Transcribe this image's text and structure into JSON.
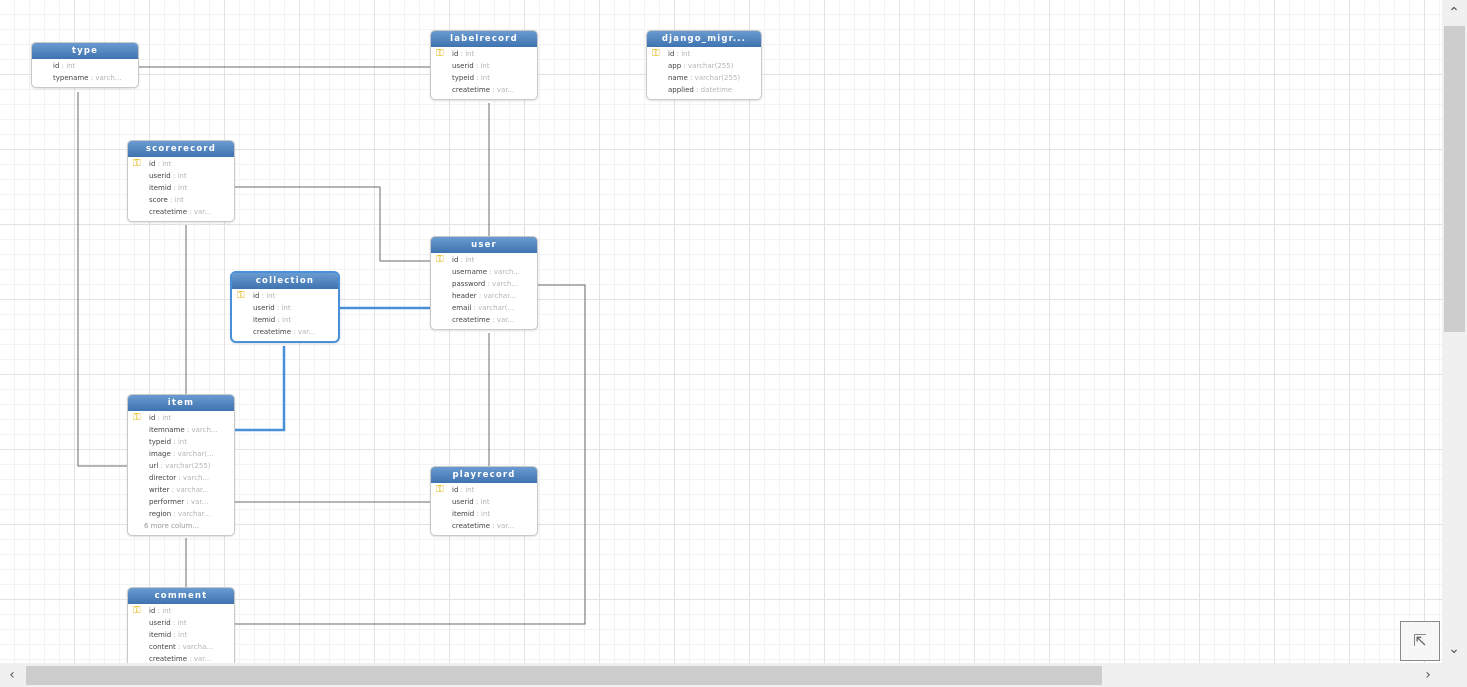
{
  "tables": [
    {
      "name": "type",
      "fields": [
        {
          "name": "id",
          "type": "int",
          "pk": false
        },
        {
          "name": "typename",
          "type": "varch..."
        }
      ]
    },
    {
      "name": "labelrecord",
      "fields": [
        {
          "name": "id",
          "type": "int",
          "pk": true
        },
        {
          "name": "userid",
          "type": "int"
        },
        {
          "name": "typeid",
          "type": "int"
        },
        {
          "name": "createtime",
          "type": "var..."
        }
      ]
    },
    {
      "name": "django_migr...",
      "fields": [
        {
          "name": "id",
          "type": "int",
          "pk": true
        },
        {
          "name": "app",
          "type": "varchar(255)"
        },
        {
          "name": "name",
          "type": "varchar(255)"
        },
        {
          "name": "applied",
          "type": "datetime"
        }
      ]
    },
    {
      "name": "scorerecord",
      "fields": [
        {
          "name": "id",
          "type": "int",
          "pk": true
        },
        {
          "name": "userid",
          "type": "int"
        },
        {
          "name": "itemid",
          "type": "int"
        },
        {
          "name": "score",
          "type": "int"
        },
        {
          "name": "createtime",
          "type": "var..."
        }
      ]
    },
    {
      "name": "user",
      "fields": [
        {
          "name": "id",
          "type": "int",
          "pk": true
        },
        {
          "name": "username",
          "type": "varch..."
        },
        {
          "name": "password",
          "type": "varch..."
        },
        {
          "name": "header",
          "type": "varchar..."
        },
        {
          "name": "email",
          "type": "varchar(..."
        },
        {
          "name": "createtime",
          "type": "var..."
        }
      ]
    },
    {
      "name": "collection",
      "selected": true,
      "fields": [
        {
          "name": "id",
          "type": "int",
          "pk": true
        },
        {
          "name": "userid",
          "type": "int"
        },
        {
          "name": "itemid",
          "type": "int"
        },
        {
          "name": "createtime",
          "type": "var..."
        }
      ]
    },
    {
      "name": "item",
      "more": "6 more colum...",
      "fields": [
        {
          "name": "id",
          "type": "int",
          "pk": true
        },
        {
          "name": "itemname",
          "type": "varch..."
        },
        {
          "name": "typeid",
          "type": "int"
        },
        {
          "name": "image",
          "type": "varchar(..."
        },
        {
          "name": "url",
          "type": "varchar(255)"
        },
        {
          "name": "director",
          "type": "varch..."
        },
        {
          "name": "writer",
          "type": "varchar..."
        },
        {
          "name": "performer",
          "type": "var..."
        },
        {
          "name": "region",
          "type": "varchar..."
        }
      ]
    },
    {
      "name": "playrecord",
      "fields": [
        {
          "name": "id",
          "type": "int",
          "pk": true
        },
        {
          "name": "userid",
          "type": "int"
        },
        {
          "name": "itemid",
          "type": "int"
        },
        {
          "name": "createtime",
          "type": "var..."
        }
      ]
    },
    {
      "name": "comment",
      "fields": [
        {
          "name": "id",
          "type": "int",
          "pk": true
        },
        {
          "name": "userid",
          "type": "int"
        },
        {
          "name": "itemid",
          "type": "int"
        },
        {
          "name": "content",
          "type": "varcha..."
        },
        {
          "name": "createtime",
          "type": "var..."
        }
      ]
    }
  ],
  "icons": {
    "scroll_up": "chevron-up-icon",
    "scroll_down": "chevron-down-icon",
    "scroll_left": "chevron-left-icon",
    "scroll_right": "chevron-right-icon",
    "outline": "arrow-up-left-icon",
    "primary_key": "key-icon"
  },
  "colors": {
    "header": "#4a7ebb",
    "selected_border": "#4a90d9",
    "link": "#666666",
    "selected_link": "#4a90d9",
    "key": "#e0b000"
  }
}
